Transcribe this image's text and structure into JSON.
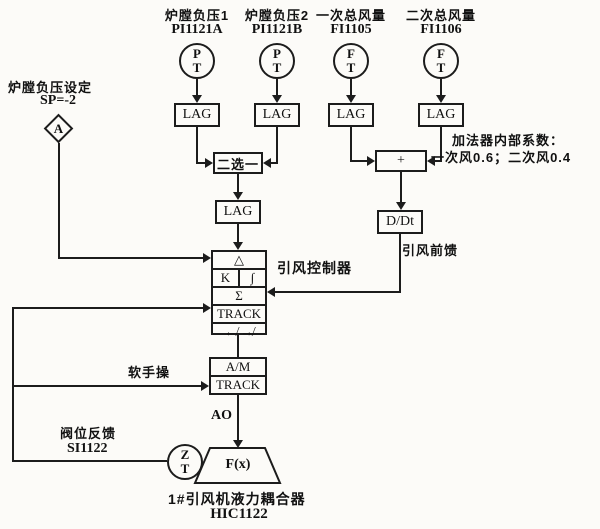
{
  "page": {
    "background": "#fcfbf8",
    "line_color": "#1c1c1c"
  },
  "sensors": [
    {
      "label": "炉膛负压1",
      "tag": "PI1121A",
      "top": "P",
      "bottom": "T"
    },
    {
      "label": "炉膛负压2",
      "tag": "PI1121B",
      "top": "P",
      "bottom": "T"
    },
    {
      "label": "一次总风量",
      "tag": "FI1105",
      "top": "F",
      "bottom": "T"
    },
    {
      "label": "二次总风量",
      "tag": "FI1106",
      "top": "F",
      "bottom": "T"
    }
  ],
  "lag_label": "LAG",
  "selector": {
    "label": "二选一"
  },
  "adder": {
    "label": "+",
    "note_line1": "加法器内部系数：",
    "note_line2": "一次风0.6；二次风0.4"
  },
  "derivative": {
    "label": "D/Dt",
    "feedforward_label": "引风前馈"
  },
  "setpoint": {
    "title": "炉膛负压设定",
    "value": "SP=-2",
    "source": "A"
  },
  "controller": {
    "name": "引风控制器",
    "rows": {
      "deviation": "△",
      "gain": "K",
      "integral": "∫",
      "sum": "Σ",
      "track": "TRACK",
      "limiter": "↚ ↛"
    }
  },
  "manual_station": {
    "mode": "A/M",
    "track": "TRACK",
    "label": "软手操"
  },
  "output": {
    "signal": "AO",
    "function": "F(x)"
  },
  "valve_feedback": {
    "title": "阀位反馈",
    "tag": "SI1122",
    "top": "Z",
    "bottom": "T"
  },
  "actuator": {
    "name": "1#引风机液力耦合器",
    "tag": "HIC1122"
  }
}
